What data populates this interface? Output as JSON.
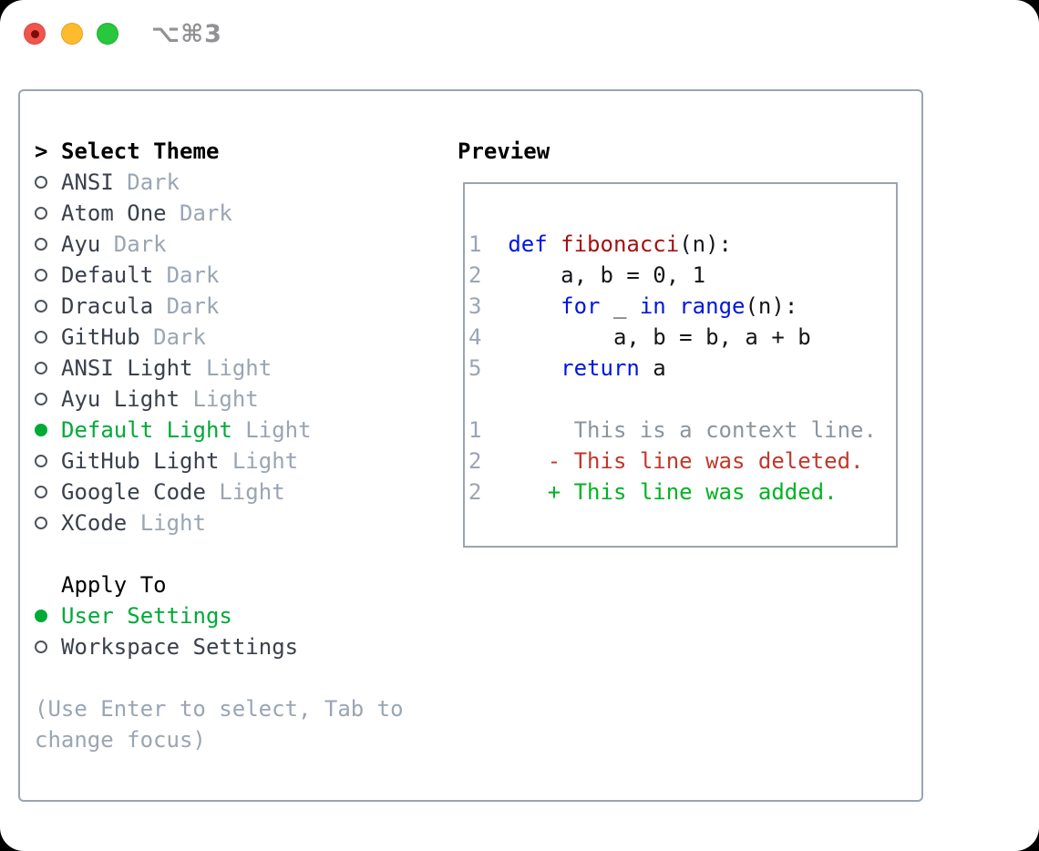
{
  "window": {
    "title": "⌥⌘3"
  },
  "theme_section": {
    "cursor": ">",
    "header": "Select Theme",
    "items": [
      {
        "name": "ANSI",
        "variant": "Dark",
        "selected": false
      },
      {
        "name": "Atom One",
        "variant": "Dark",
        "selected": false
      },
      {
        "name": "Ayu",
        "variant": "Dark",
        "selected": false
      },
      {
        "name": "Default",
        "variant": "Dark",
        "selected": false
      },
      {
        "name": "Dracula",
        "variant": "Dark",
        "selected": false
      },
      {
        "name": "GitHub",
        "variant": "Dark",
        "selected": false
      },
      {
        "name": "ANSI Light",
        "variant": "Light",
        "selected": false
      },
      {
        "name": "Ayu Light",
        "variant": "Light",
        "selected": false
      },
      {
        "name": "Default Light",
        "variant": "Light",
        "selected": true
      },
      {
        "name": "GitHub Light",
        "variant": "Light",
        "selected": false
      },
      {
        "name": "Google Code",
        "variant": "Light",
        "selected": false
      },
      {
        "name": "XCode",
        "variant": "Light",
        "selected": false
      }
    ]
  },
  "apply_section": {
    "header": "Apply To",
    "items": [
      {
        "label": "User Settings",
        "selected": true
      },
      {
        "label": "Workspace Settings",
        "selected": false
      }
    ]
  },
  "hint": "(Use Enter to select, Tab to change focus)",
  "preview": {
    "header": "Preview",
    "code_lines": [
      {
        "num": "1",
        "segments": [
          {
            "t": "def",
            "c": "kw"
          },
          {
            "t": " ",
            "c": "p"
          },
          {
            "t": "fibonacci",
            "c": "fn"
          },
          {
            "t": "(n):",
            "c": "p"
          }
        ]
      },
      {
        "num": "2",
        "segments": [
          {
            "t": "    a, b = 0, 1",
            "c": "p"
          }
        ]
      },
      {
        "num": "3",
        "segments": [
          {
            "t": "    ",
            "c": "p"
          },
          {
            "t": "for",
            "c": "kw"
          },
          {
            "t": " _ ",
            "c": "p"
          },
          {
            "t": "in",
            "c": "kw"
          },
          {
            "t": " ",
            "c": "p"
          },
          {
            "t": "range",
            "c": "kw"
          },
          {
            "t": "(n):",
            "c": "p"
          }
        ]
      },
      {
        "num": "4",
        "segments": [
          {
            "t": "        a, b = b, a + b",
            "c": "p"
          }
        ]
      },
      {
        "num": "5",
        "segments": [
          {
            "t": "    ",
            "c": "p"
          },
          {
            "t": "return",
            "c": "kw"
          },
          {
            "t": " a",
            "c": "p"
          }
        ]
      }
    ],
    "diff_lines": [
      {
        "num": "1",
        "text": "     This is a context line.",
        "kind": "context"
      },
      {
        "num": "2",
        "text": "   - This line was deleted.",
        "kind": "deleted"
      },
      {
        "num": "2",
        "text": "   + This line was added.",
        "kind": "added"
      }
    ]
  },
  "colors": {
    "accent_green": "#00aa37",
    "diff_added": "#00b321",
    "diff_deleted": "#c0392b",
    "keyword_blue": "#0016e0",
    "function_red": "#a51111",
    "muted_gray": "#9aa5b4",
    "context_gray": "#8b959e",
    "text_dark": "#3a414c",
    "code_text": "#14161a",
    "border_gray": "#9aa4b2",
    "bullet_gray": "#4d545e",
    "titlebar_gray": "#909295",
    "traffic_red": "#f2544c",
    "traffic_red_dot": "#7a0f08",
    "traffic_yellow": "#fdbb2d",
    "traffic_green": "#28c73e"
  }
}
